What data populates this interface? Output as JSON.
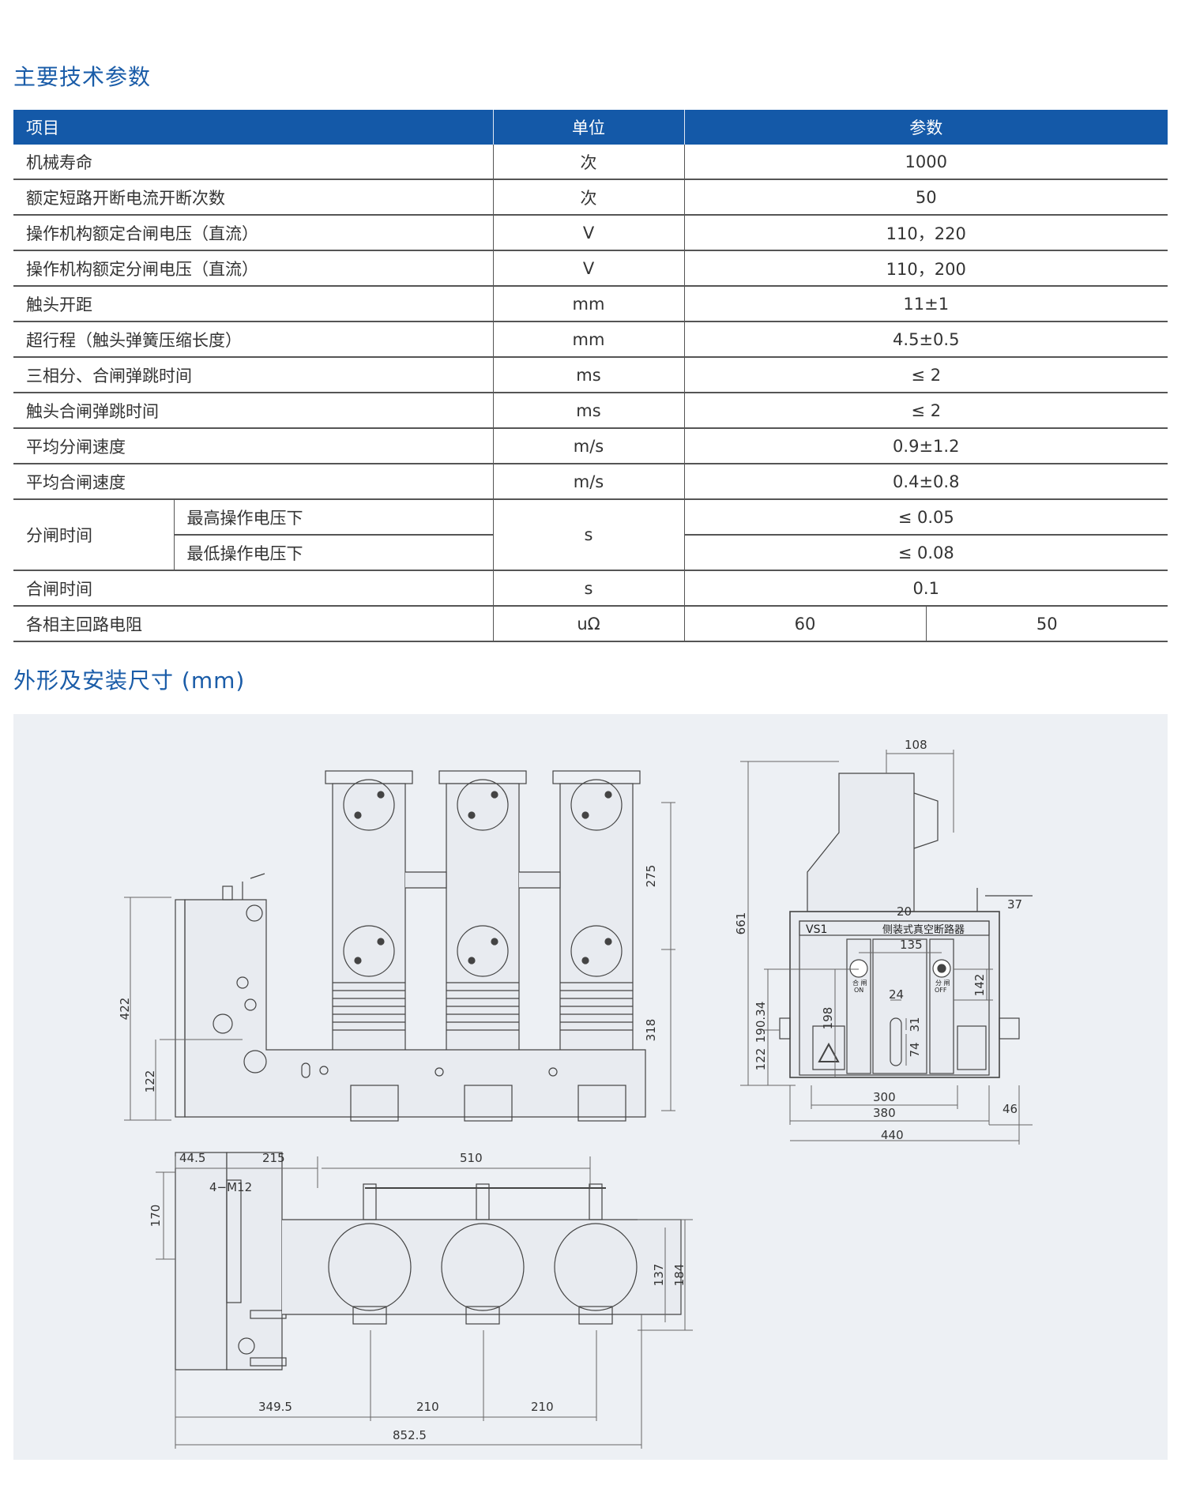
{
  "section1_title": "主要技术参数",
  "section2_title": "外形及安装尺寸 (mm)",
  "table": {
    "headers": {
      "item": "项目",
      "unit": "单位",
      "param": "参数"
    },
    "rows": [
      {
        "item": "机械寿命",
        "unit": "次",
        "value": "1000"
      },
      {
        "item": "额定短路开断电流开断次数",
        "unit": "次",
        "value": "50"
      },
      {
        "item": "操作机构额定合闸电压（直流）",
        "unit": "V",
        "value": "110，220"
      },
      {
        "item": "操作机构额定分闸电压（直流）",
        "unit": "V",
        "value": "110，200"
      },
      {
        "item": "触头开距",
        "unit": "mm",
        "value": "11±1"
      },
      {
        "item": "超行程（触头弹簧压缩长度）",
        "unit": "mm",
        "value": "4.5±0.5"
      },
      {
        "item": "三相分、合闸弹跳时间",
        "unit": "ms",
        "value": "≤ 2"
      },
      {
        "item": "触头合闸弹跳时间",
        "unit": "ms",
        "value": "≤ 2"
      },
      {
        "item": "平均分闸速度",
        "unit": "m/s",
        "value": "0.9±1.2"
      },
      {
        "item": "平均合闸速度",
        "unit": "m/s",
        "value": "0.4±0.8"
      }
    ],
    "open_time": {
      "item": "分闸时间",
      "sub1": "最高操作电压下",
      "sub2": "最低操作电压下",
      "unit": "s",
      "value1": "≤ 0.05",
      "value2": "≤ 0.08"
    },
    "close_time": {
      "item": "合闸时间",
      "unit": "s",
      "value": "0.1"
    },
    "resistance": {
      "item": "各相主回路电阻",
      "unit": "uΩ",
      "value1": "60",
      "value2": "50"
    }
  },
  "drawing": {
    "dims_front": {
      "d275": "275",
      "d318": "318",
      "d422": "422",
      "d122": "122"
    },
    "dims_top": {
      "d44_5": "44.5",
      "d215": "215",
      "d510": "510",
      "d170": "170",
      "bolt": "4−M12",
      "d137": "137",
      "d184": "184",
      "d349_5": "349.5",
      "d210a": "210",
      "d210b": "210",
      "d852_5": "852.5"
    },
    "dims_side": {
      "d108": "108",
      "d661": "661",
      "d20": "20",
      "d37": "37",
      "d135": "135",
      "d190_34": "190.34",
      "d198": "198",
      "d142": "142",
      "d24": "24",
      "d31": "31",
      "d74": "74",
      "d122s": "122",
      "d300": "300",
      "d380": "380",
      "d440": "440",
      "d46": "46"
    },
    "panel": {
      "model": "VS1",
      "name": "侧装式真空断路器",
      "on_cn": "合 闸",
      "on": "ON",
      "off_cn": "分 闸",
      "off": "OFF"
    }
  }
}
